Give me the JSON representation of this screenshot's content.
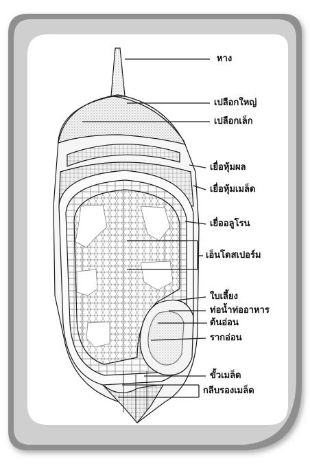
{
  "labels": {
    "awn": "หาง",
    "lemma": "เปลือกใหญ่",
    "palea": "เปลือกเล็ก",
    "pericarp": "เยื่อหุ้มผล",
    "seed_coat": "เยื่อหุ้มเมล็ด",
    "aleurone": "เยื่ออลูโรน",
    "endosperm": "เอ็นโดสเปอร์ม",
    "scutellum": "ใบเลี้ยง",
    "coleoptile": "ท่อน้ำท่ออาหาร",
    "plumule": "ต้นอ่อน",
    "radicle": "รากอ่อน",
    "hilum": "ขั้วเมล็ด",
    "glumes": "กลีบรองเมล็ด"
  },
  "colors": {
    "frame_outer": "#8f8f8f",
    "frame_inner": "#cfcfcf",
    "panel": "#ffffff",
    "ink": "#1a1a1a"
  }
}
